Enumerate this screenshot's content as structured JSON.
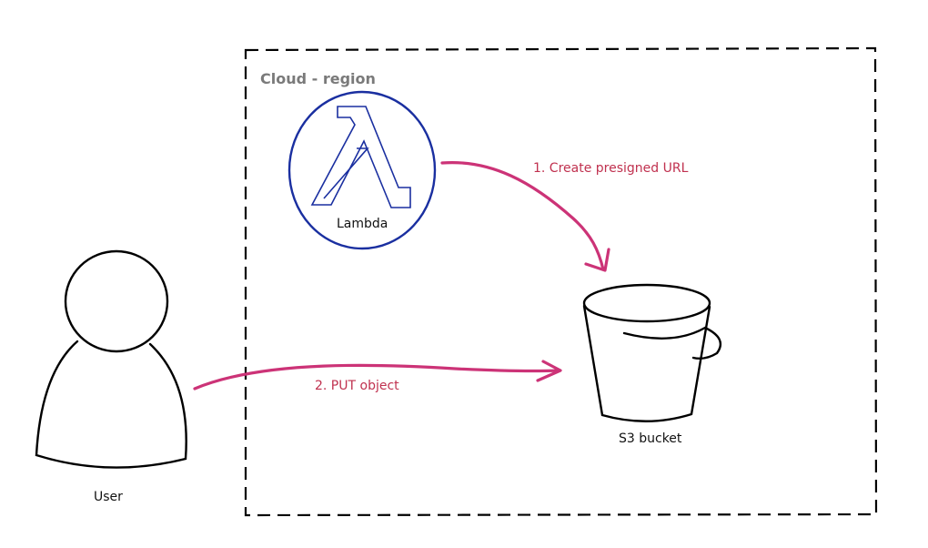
{
  "region": {
    "label": "Cloud - region"
  },
  "nodes": {
    "lambda": {
      "label": "Lambda",
      "icon": "lambda-icon"
    },
    "bucket": {
      "label": "S3 bucket",
      "icon": "bucket-icon"
    },
    "user": {
      "label": "User",
      "icon": "user-icon"
    }
  },
  "edges": {
    "presign": {
      "label": "1. Create presigned URL"
    },
    "put": {
      "label": "2. PUT object"
    }
  },
  "colors": {
    "arrow": "#cc3377",
    "edge_label": "#c0314f",
    "lambda_outline": "#1a2fa0",
    "region_label": "#7a7a7a",
    "stroke": "#000000"
  }
}
